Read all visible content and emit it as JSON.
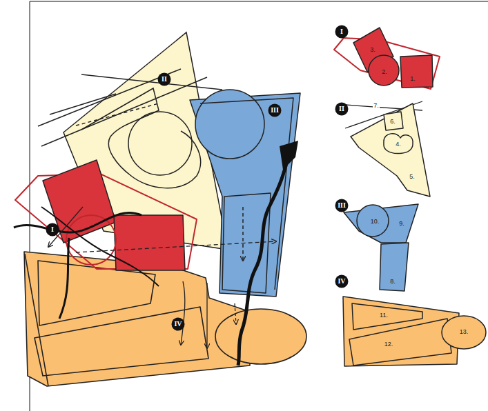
{
  "diagram": {
    "nodes": [
      {
        "text": [
          "II"
        ]
      },
      {
        "text": [
          "III"
        ]
      },
      {
        "text": [
          "I"
        ]
      },
      {
        "text": [
          "IV"
        ]
      },
      {
        "text": [
          "I"
        ]
      },
      {
        "text": [
          "3."
        ]
      },
      {
        "text": [
          "2."
        ]
      },
      {
        "text": [
          "1."
        ]
      },
      {
        "text": [
          "II"
        ]
      },
      {
        "text": [
          "5."
        ]
      },
      {
        "text": [
          "4."
        ],
        "in": 9
      },
      {
        "text": [
          "6."
        ]
      },
      {
        "text": [
          "III"
        ]
      },
      {
        "text": [
          "9."
        ]
      },
      {
        "text": [
          "10."
        ]
      },
      {
        "text": [
          "8."
        ]
      },
      {
        "text": [
          "IV"
        ]
      },
      {
        "text": [
          "11."
        ]
      },
      {
        "text": [
          "12."
        ]
      },
      {
        "text": [
          "13."
        ]
      }
    ],
    "labels": [
      "7."
    ]
  }
}
